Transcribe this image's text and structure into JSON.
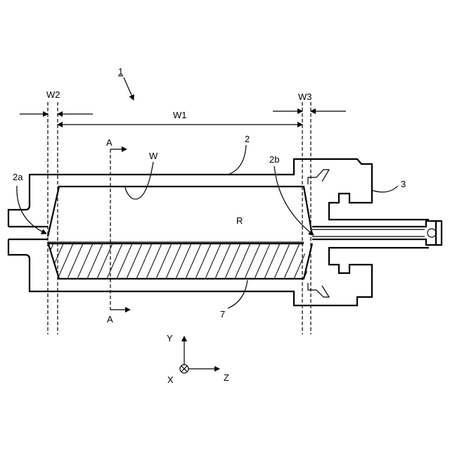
{
  "figure": {
    "ref_main": "1",
    "dim_w1": "W1",
    "dim_w2": "W2",
    "dim_w3": "W3",
    "label_2": "2",
    "label_2a": "2a",
    "label_2b": "2b",
    "label_3": "3",
    "label_7": "7",
    "label_w": "W",
    "label_r": "R",
    "section_top": "A",
    "section_bottom": "A",
    "axis_y": "Y",
    "axis_z": "Z",
    "axis_x": "X"
  }
}
